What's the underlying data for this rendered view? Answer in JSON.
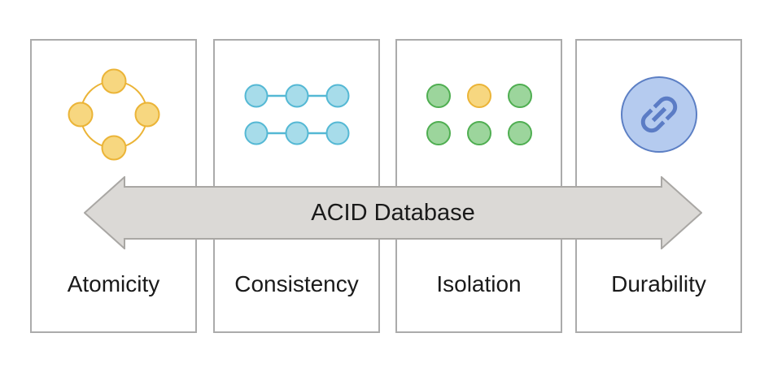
{
  "diagram": {
    "arrow_title": "ACID Database",
    "cards": [
      {
        "label": "Atomicity",
        "icon": "atom-cycle-icon"
      },
      {
        "label": "Consistency",
        "icon": "linked-nodes-icon"
      },
      {
        "label": "Isolation",
        "icon": "dot-grid-icon"
      },
      {
        "label": "Durability",
        "icon": "chain-link-icon"
      }
    ],
    "colors": {
      "yellow_fill": "#f7d780",
      "yellow_stroke": "#ebb437",
      "blue_fill": "#a7dcea",
      "blue_stroke": "#54b8d4",
      "green_fill": "#9cd59c",
      "green_stroke": "#4fae51",
      "periwinkle_fill": "#b5cbef",
      "periwinkle_stroke": "#5c7fc4",
      "link_glyph": "#5b7cc5",
      "arrow_fill": "#dbd9d6",
      "arrow_stroke": "#a9a7a4",
      "card_border": "#ababab",
      "text": "#1a1a1a",
      "background": "#ffffff"
    }
  }
}
